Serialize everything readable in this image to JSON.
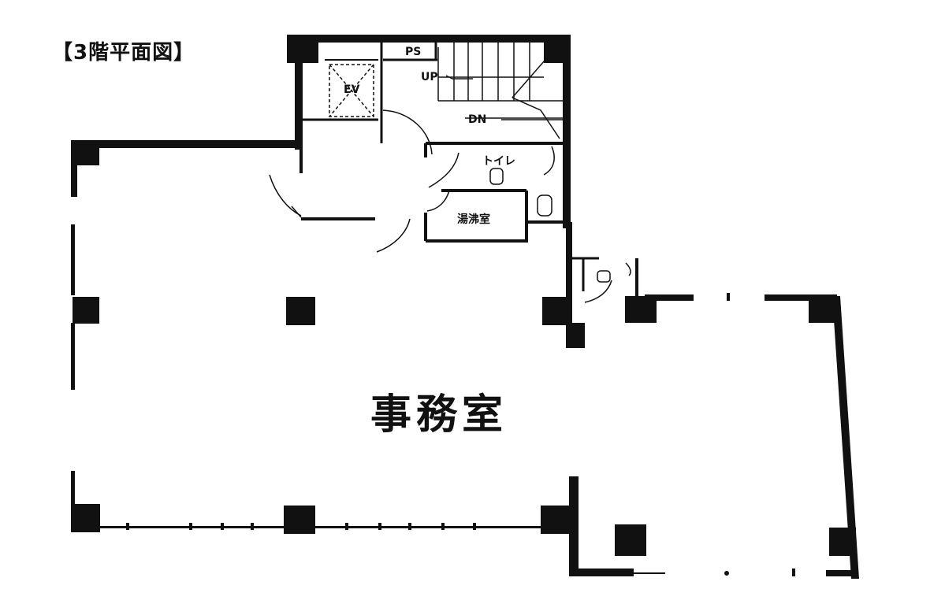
{
  "title": "【3階平面図】",
  "rooms": {
    "office": "事務室",
    "ev": "EV",
    "ps": "PS",
    "up": "UP",
    "dn": "DN",
    "toilet": "トイレ",
    "kitchen": "湯沸室"
  },
  "colors": {
    "wall": "#111111",
    "background": "#ffffff"
  }
}
